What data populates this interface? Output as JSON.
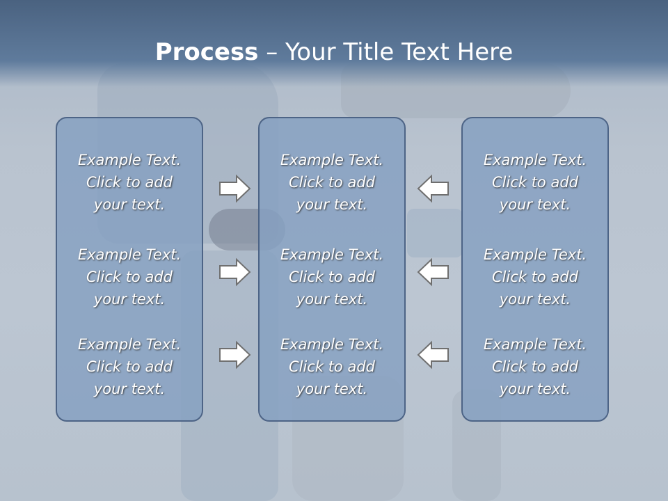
{
  "title": {
    "bold": "Process",
    "rest": " – Your Title Text Here"
  },
  "columns": [
    {
      "cells": [
        {
          "l1": "Example Text.",
          "l2": "Click  to add",
          "l3": "your text."
        },
        {
          "l1": "Example Text.",
          "l2": "Click  to add",
          "l3": "your text."
        },
        {
          "l1": "Example Text.",
          "l2": "Click  to add",
          "l3": "your text."
        }
      ]
    },
    {
      "cells": [
        {
          "l1": "Example Text.",
          "l2": "Click  to add",
          "l3": "your text."
        },
        {
          "l1": "Example Text.",
          "l2": "Click  to add",
          "l3": "your text."
        },
        {
          "l1": "Example Text.",
          "l2": "Click  to add",
          "l3": "your text."
        }
      ]
    },
    {
      "cells": [
        {
          "l1": "Example Text.",
          "l2": "Click  to add",
          "l3": "your text."
        },
        {
          "l1": "Example Text.",
          "l2": "Click  to add",
          "l3": "your text."
        },
        {
          "l1": "Example Text.",
          "l2": "Click  to add",
          "l3": "your text."
        }
      ]
    }
  ],
  "arrows": {
    "left_group": "arrow-right",
    "right_group": "arrow-left"
  },
  "colors": {
    "header": "#4a6280",
    "box_fill": "#85a0c1",
    "box_border": "#4d6486",
    "text": "#ffffff"
  }
}
